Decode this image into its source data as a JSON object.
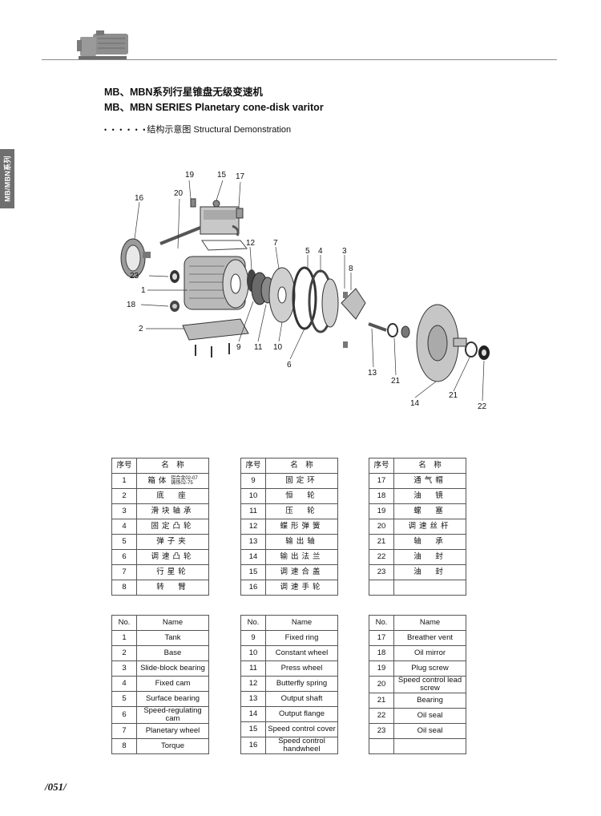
{
  "header": {
    "title_cn": "MB、MBN系列行星锥盘无级变速机",
    "title_en": "MB、MBN SERIES Planetary cone-disk varitor",
    "subtitle_dots": "• • • • • •",
    "subtitle": "结构示意图 Structural Demonstration",
    "side_tab": "MB/MBN系列"
  },
  "callouts": [
    "19",
    "15",
    "17",
    "20",
    "16",
    "12",
    "7",
    "5",
    "4",
    "3",
    "8",
    "23",
    "1",
    "18",
    "2",
    "9",
    "11",
    "10",
    "6",
    "13",
    "21",
    "14",
    "21",
    "22"
  ],
  "tables_cn": {
    "col_no": "序号",
    "col_name": "名　称",
    "tables": [
      [
        {
          "no": "1",
          "name": "箱体",
          "sub1": "铝合金02-07",
          "sub2": "铸铁02-75"
        },
        {
          "no": "2",
          "name": "底　座"
        },
        {
          "no": "3",
          "name": "滑块轴承"
        },
        {
          "no": "4",
          "name": "固定凸轮"
        },
        {
          "no": "5",
          "name": "弹子夹"
        },
        {
          "no": "6",
          "name": "调速凸轮"
        },
        {
          "no": "7",
          "name": "行星轮"
        },
        {
          "no": "8",
          "name": "转　臂"
        }
      ],
      [
        {
          "no": "9",
          "name": "固定环"
        },
        {
          "no": "10",
          "name": "恒　轮"
        },
        {
          "no": "11",
          "name": "压　轮"
        },
        {
          "no": "12",
          "name": "蝶形弹簧"
        },
        {
          "no": "13",
          "name": "输出轴"
        },
        {
          "no": "14",
          "name": "输出法兰"
        },
        {
          "no": "15",
          "name": "调速合盖"
        },
        {
          "no": "16",
          "name": "调速手轮"
        }
      ],
      [
        {
          "no": "17",
          "name": "通气帽"
        },
        {
          "no": "18",
          "name": "油　镜"
        },
        {
          "no": "19",
          "name": "螺　塞"
        },
        {
          "no": "20",
          "name": "调速丝杆"
        },
        {
          "no": "21",
          "name": "轴　承"
        },
        {
          "no": "22",
          "name": "油　封"
        },
        {
          "no": "23",
          "name": "油　封"
        },
        {
          "no": "",
          "name": ""
        }
      ]
    ]
  },
  "tables_en": {
    "col_no": "No.",
    "col_name": "Name",
    "tables": [
      [
        {
          "no": "1",
          "name": "Tank"
        },
        {
          "no": "2",
          "name": "Base"
        },
        {
          "no": "3",
          "name": "Slide-block bearing"
        },
        {
          "no": "4",
          "name": "Fixed cam"
        },
        {
          "no": "5",
          "name": "Surface bearing"
        },
        {
          "no": "6",
          "name": "Speed-regulating cam"
        },
        {
          "no": "7",
          "name": "Planetary wheel"
        },
        {
          "no": "8",
          "name": "Torque"
        }
      ],
      [
        {
          "no": "9",
          "name": "Fixed ring"
        },
        {
          "no": "10",
          "name": "Constant wheel"
        },
        {
          "no": "11",
          "name": "Press wheel"
        },
        {
          "no": "12",
          "name": "Butterfly spring"
        },
        {
          "no": "13",
          "name": "Output shaft"
        },
        {
          "no": "14",
          "name": "Output flange"
        },
        {
          "no": "15",
          "name": "Speed control cover"
        },
        {
          "no": "16",
          "name": "Speed control handwheel"
        }
      ],
      [
        {
          "no": "17",
          "name": "Breather vent"
        },
        {
          "no": "18",
          "name": "Oil mirror"
        },
        {
          "no": "19",
          "name": "Plug screw"
        },
        {
          "no": "20",
          "name": "Speed control lead screw"
        },
        {
          "no": "21",
          "name": "Bearing"
        },
        {
          "no": "22",
          "name": "Oil seal"
        },
        {
          "no": "23",
          "name": "Oil seal"
        },
        {
          "no": "",
          "name": ""
        }
      ]
    ]
  },
  "footer": {
    "page_no": "/051/"
  }
}
